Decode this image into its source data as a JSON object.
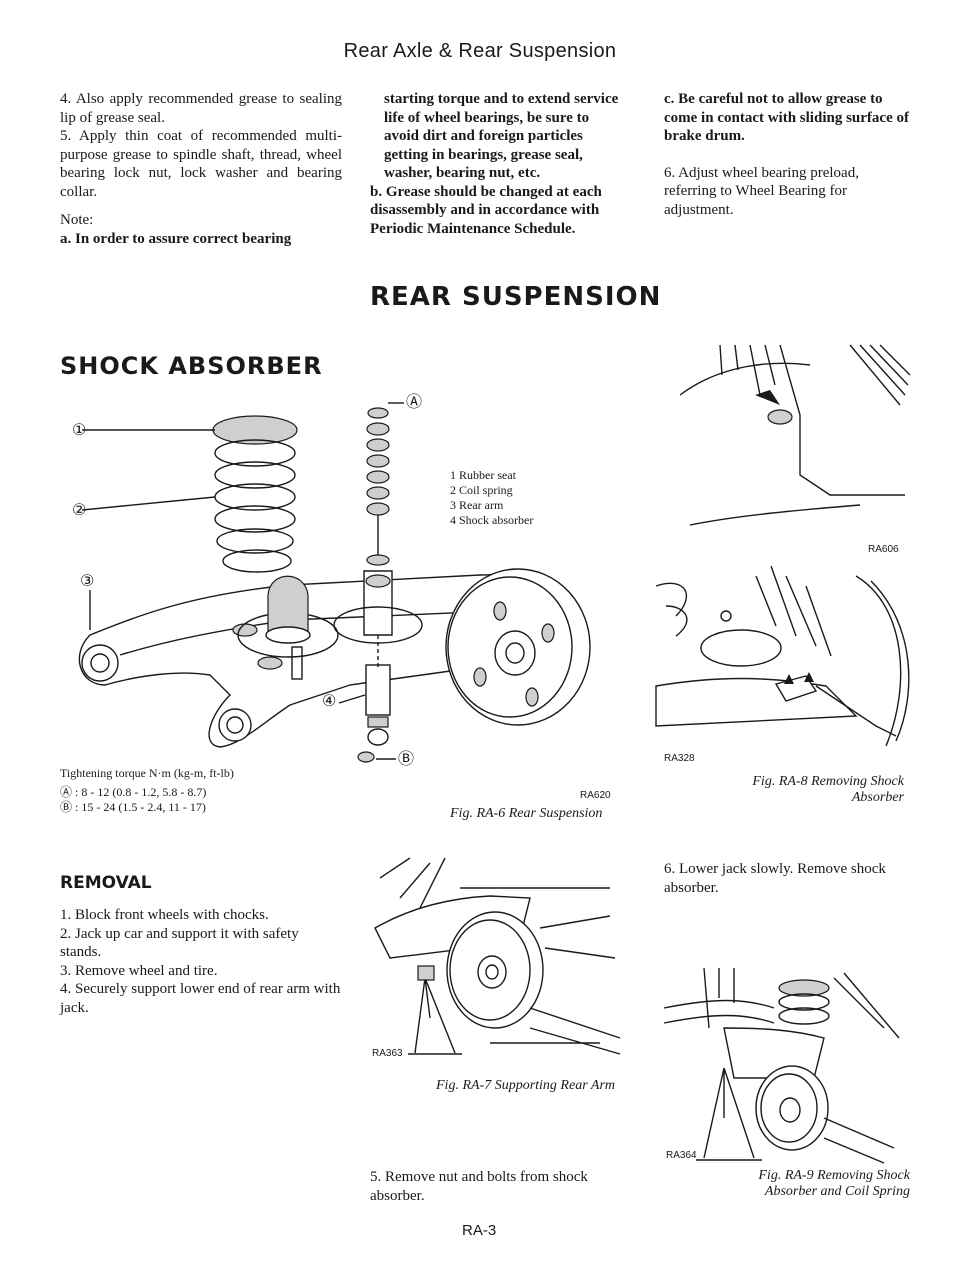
{
  "header": {
    "title": "Rear Axle & Rear Suspension"
  },
  "col1": {
    "step4": "4. Also apply recommended grease to sealing lip of grease seal.",
    "step5": "5. Apply thin coat of recommended multi-purpose grease to spindle shaft, thread, wheel bearing lock nut, lock washer and bearing collar.",
    "note_label": "Note:",
    "note_a": "a. In order to assure correct bearing"
  },
  "col2": {
    "note_a_cont": "starting torque and to extend service life of wheel bearings, be sure to avoid dirt and foreign particles getting in bearings, grease seal, washer, bearing nut, etc.",
    "note_b": "b. Grease should be changed at each disassembly and in accordance with Periodic Maintenance Schedule."
  },
  "col3": {
    "note_c": "c. Be careful not to allow grease to come in contact with sliding surface of brake drum.",
    "step6": "6. Adjust wheel bearing preload, referring to Wheel Bearing for adjustment."
  },
  "rear_suspension_title": "REAR SUSPENSION",
  "shock_absorber_title": "SHOCK ABSORBER",
  "fig6": {
    "callouts": {
      "c1": "①",
      "c2": "②",
      "c3": "③",
      "c4": "④",
      "cA": "Ⓐ",
      "cB": "Ⓑ"
    },
    "legend": [
      "1  Rubber seat",
      "2  Coil spring",
      "3  Rear arm",
      "4  Shock absorber"
    ],
    "torque_title": "Tightening torque N·m (kg-m, ft-lb)",
    "torque_a": "Ⓐ :  8 - 12 (0.8 - 1.2, 5.8 - 8.7)",
    "torque_b": "Ⓑ :  15 - 24 (1.5 - 2.4, 11 - 17)",
    "code": "RA620",
    "caption": "Fig. RA-6  Rear Suspension"
  },
  "removal": {
    "title": "REMOVAL",
    "steps": [
      "1. Block front wheels with chocks.",
      "2. Jack up car and support it with safety stands.",
      "3. Remove wheel and tire.",
      "4. Securely support lower end of rear arm with jack."
    ]
  },
  "fig7": {
    "code": "RA363",
    "caption": "Fig. RA-7  Supporting Rear Arm"
  },
  "step5b": "5. Remove nut and bolts from shock absorber.",
  "fig8": {
    "code_top": "RA606",
    "code": "RA328",
    "caption_l1": "Fig. RA-8  Removing Shock",
    "caption_l2": "Absorber"
  },
  "step6b": "6. Lower jack slowly. Remove shock absorber.",
  "fig9": {
    "code": "RA364",
    "caption_l1": "Fig. RA-9  Removing Shock",
    "caption_l2": "Absorber and Coil Spring"
  },
  "page_number": "RA-3"
}
